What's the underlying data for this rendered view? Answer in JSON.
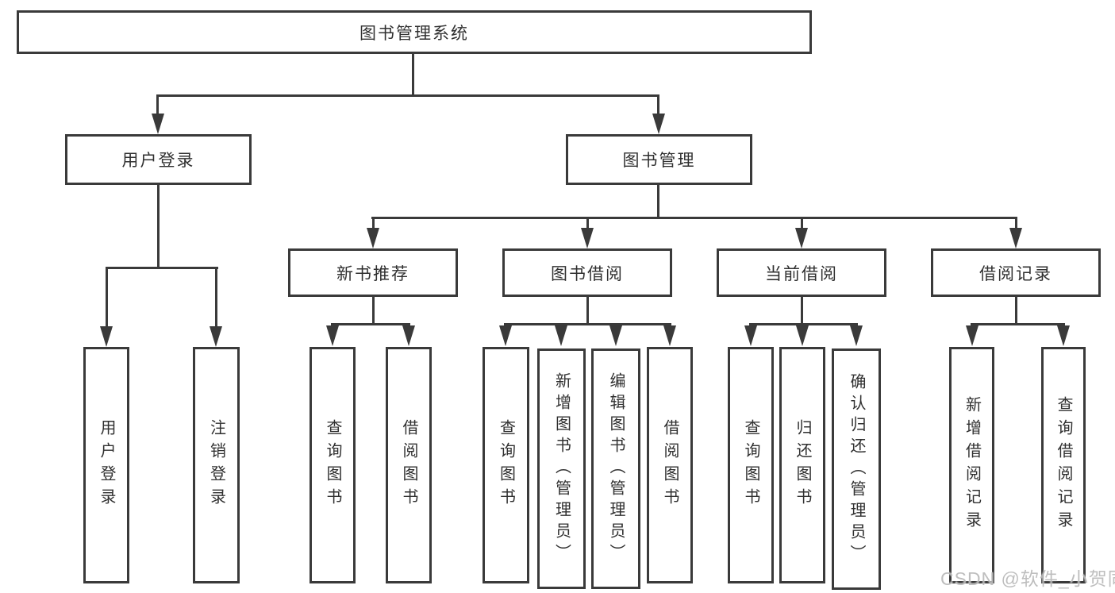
{
  "diagram_type": "hierarchy-tree",
  "nodes": {
    "root": "图书管理系统",
    "user_login": "用户登录",
    "book_mgmt": "图书管理",
    "new_book_rec": "新书推荐",
    "book_borrow": "图书借阅",
    "current_borrow": "当前借阅",
    "borrow_record": "借阅记录",
    "g1_user_login": "用户登录",
    "g1_logout": "注销登录",
    "g2_query_book": "查询图书",
    "g2_borrow_book": "借阅图书",
    "g3_query_book": "查询图书",
    "g3_add_book_admin": "新增图书（管理员）",
    "g3_edit_book_admin": "编辑图书（管理员）",
    "g3_borrow_book": "借阅图书",
    "g4_query_book": "查询图书",
    "g4_return_book": "归还图书",
    "g4_confirm_return_admin": "确认归还（管理员）",
    "g5_add_record": "新增借阅记录",
    "g5_query_record": "查询借阅记录"
  },
  "hierarchy": {
    "root": [
      "user_login",
      "book_mgmt"
    ],
    "user_login": [
      "g1_user_login",
      "g1_logout"
    ],
    "book_mgmt": [
      "new_book_rec",
      "book_borrow",
      "current_borrow",
      "borrow_record"
    ],
    "new_book_rec": [
      "g2_query_book",
      "g2_borrow_book"
    ],
    "book_borrow": [
      "g3_query_book",
      "g3_add_book_admin",
      "g3_edit_book_admin",
      "g3_borrow_book"
    ],
    "current_borrow": [
      "g4_query_book",
      "g4_return_book",
      "g4_confirm_return_admin"
    ],
    "borrow_record": [
      "g5_add_record",
      "g5_query_record"
    ]
  },
  "watermark": "CSDN @软件_小贺同学",
  "colors": {
    "line": "#3a3a3a",
    "text": "#303030",
    "watermark": "#b9b9b9",
    "background": "#ffffff"
  }
}
